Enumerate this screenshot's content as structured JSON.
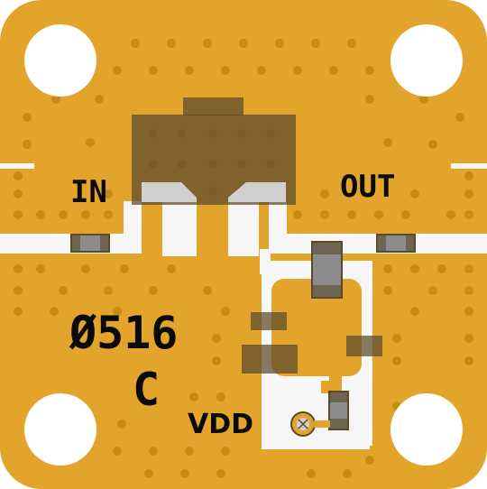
{
  "board": {
    "colors": {
      "substrate": "#e3a42c",
      "via": "#c98a14",
      "trace": "#f6f6f6",
      "silkscreen": "#0a0a0a",
      "ic_body": "#5a4a2c",
      "component": "#8c8c8c"
    },
    "labels": {
      "input": "IN",
      "output": "OUT",
      "part_number": "Ø516",
      "revision": "C",
      "supply": "VDD"
    }
  }
}
